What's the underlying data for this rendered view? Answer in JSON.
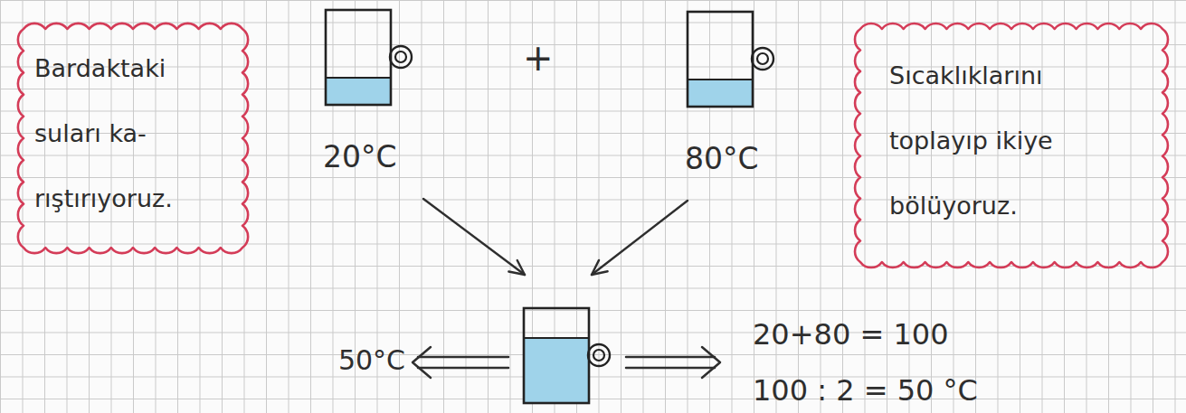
{
  "diagram": {
    "nodes": [
      {
        "text": [
          "Bardaktaki suları ka- rıştırıyoruz."
        ]
      },
      {
        "text": [
          "20°C"
        ]
      },
      {
        "text": [
          "80°C"
        ]
      },
      {
        "text": [
          "Sıcaklıklarını toplayıp ikiye bölüyoruz."
        ]
      },
      {
        "text": [
          "50°C"
        ]
      }
    ],
    "edges": [
      {
        "from": 1,
        "to": 4,
        "arrow": "to"
      },
      {
        "from": 2,
        "to": 4,
        "arrow": "to"
      }
    ],
    "labels": [
      "+",
      "20+80 = 100",
      "100 : 2 = 50 °C"
    ]
  }
}
